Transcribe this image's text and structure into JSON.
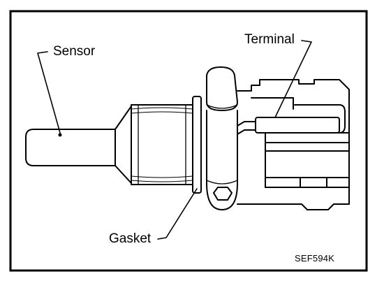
{
  "labels": {
    "sensor": "Sensor",
    "terminal": "Terminal",
    "gasket": "Gasket"
  },
  "figure_code": "SEF594K",
  "colors": {
    "ink": "#000000",
    "paper": "#ffffff"
  }
}
